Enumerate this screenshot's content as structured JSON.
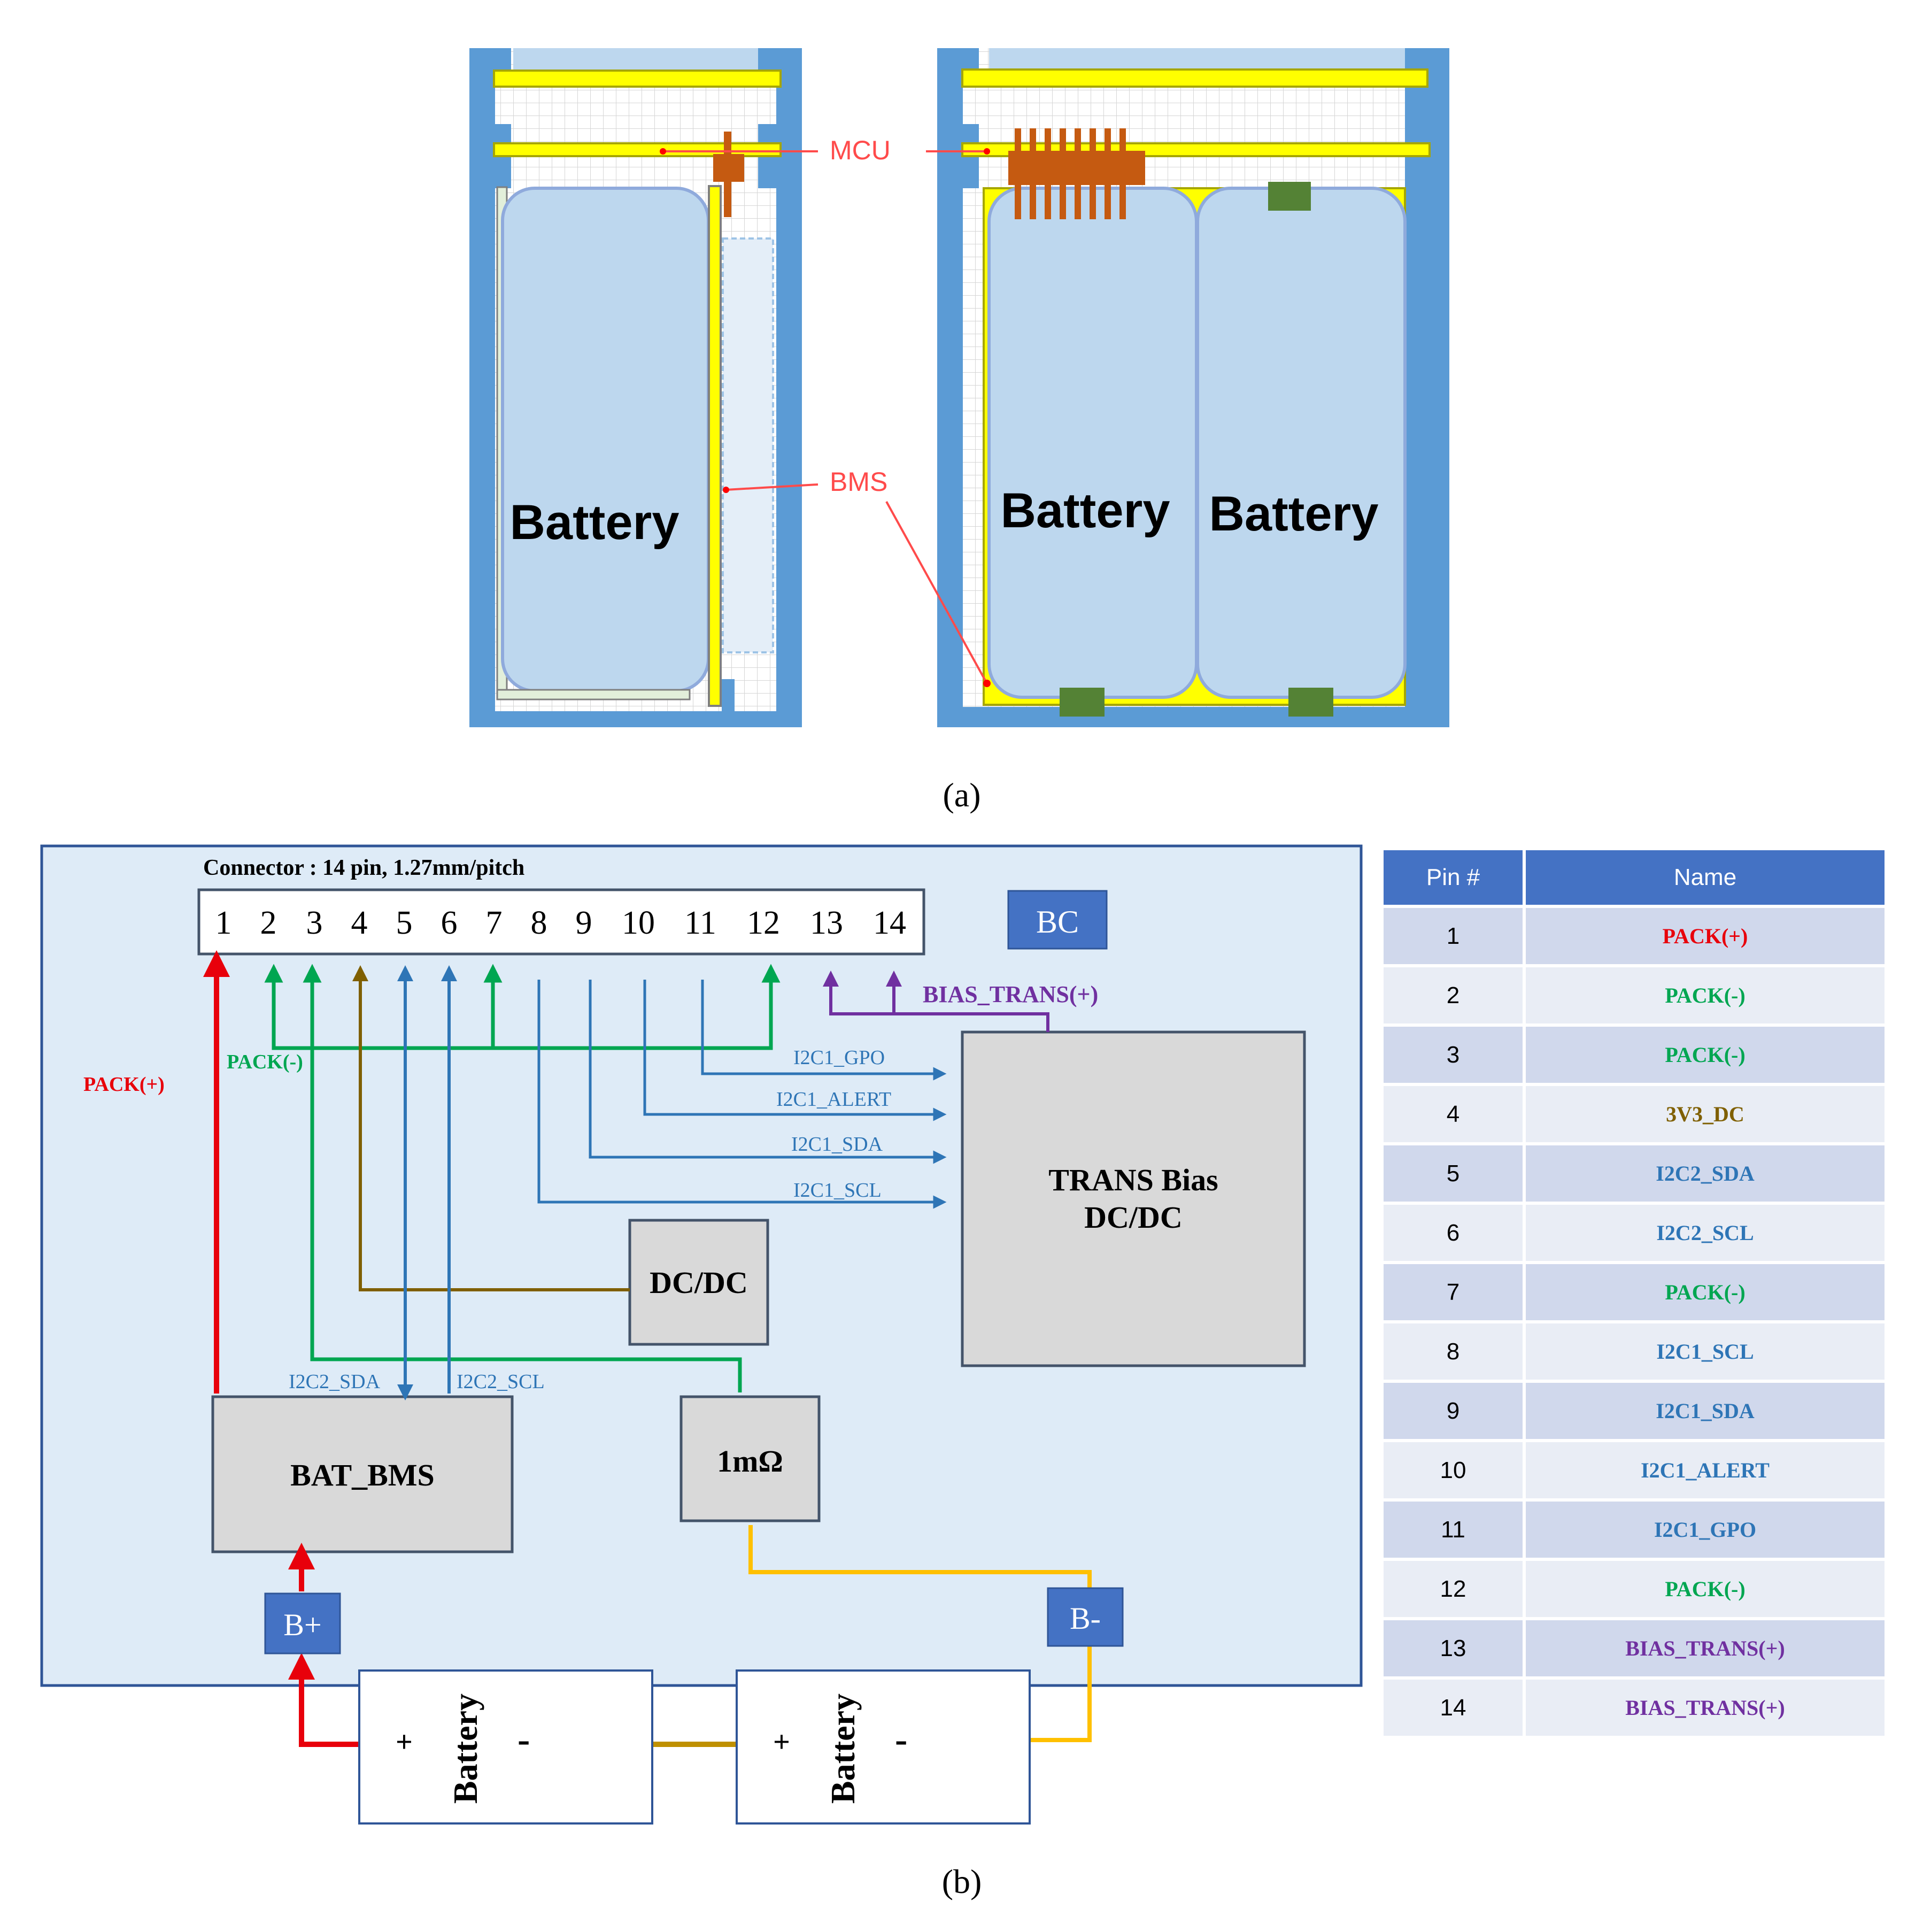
{
  "figure_a": {
    "caption": "(a)",
    "callouts": {
      "mcu": "MCU",
      "bms": "BMS"
    },
    "left_battery_label": "Battery",
    "right_battery_labels": [
      "Battery",
      "Battery"
    ]
  },
  "figure_b": {
    "caption": "(b)",
    "connector_title": "Connector : 14 pin, 1.27mm/pitch",
    "connector_pins": [
      "1",
      "2",
      "3",
      "4",
      "5",
      "6",
      "7",
      "8",
      "9",
      "10",
      "11",
      "12",
      "13",
      "14"
    ],
    "bc_label": "BC",
    "trans_bias_line1": "TRANS Bias",
    "trans_bias_line2": "DC/DC",
    "dcdc_label": "DC/DC",
    "bat_bms_label": "BAT_BMS",
    "shunt_label": "1mΩ",
    "b_plus_label": "B+",
    "b_minus_label": "B-",
    "battery_label": "Battery",
    "plus_sign": "+",
    "minus_sign": "-",
    "signals": {
      "pack_plus": "PACK(+)",
      "pack_minus": "PACK(-)",
      "bias_trans": "BIAS_TRANS(+)",
      "i2c1_gpo": "I2C1_GPO",
      "i2c1_alert": "I2C1_ALERT",
      "i2c1_sda": "I2C1_SDA",
      "i2c1_scl": "I2C1_SCL",
      "i2c2_sda": "I2C2_SDA",
      "i2c2_scl": "I2C2_SCL"
    },
    "colors": {
      "pack_plus": "#e8000b",
      "pack_minus": "#00a651",
      "v3v3": "#7f5f00",
      "i2c": "#2e75b6",
      "bias": "#7030a0",
      "battery_link": "#bf9000",
      "return": "#ffc000"
    }
  },
  "pin_table": {
    "headers": [
      "Pin #",
      "Name"
    ],
    "rows": [
      {
        "pin": "1",
        "name": "PACK(+)",
        "color": "#e8000b"
      },
      {
        "pin": "2",
        "name": "PACK(-)",
        "color": "#00a651"
      },
      {
        "pin": "3",
        "name": "PACK(-)",
        "color": "#00a651"
      },
      {
        "pin": "4",
        "name": "3V3_DC",
        "color": "#7f5f00"
      },
      {
        "pin": "5",
        "name": "I2C2_SDA",
        "color": "#2e75b6"
      },
      {
        "pin": "6",
        "name": "I2C2_SCL",
        "color": "#2e75b6"
      },
      {
        "pin": "7",
        "name": "PACK(-)",
        "color": "#00a651"
      },
      {
        "pin": "8",
        "name": "I2C1_SCL",
        "color": "#2e75b6"
      },
      {
        "pin": "9",
        "name": "I2C1_SDA",
        "color": "#2e75b6"
      },
      {
        "pin": "10",
        "name": "I2C1_ALERT",
        "color": "#2e75b6"
      },
      {
        "pin": "11",
        "name": "I2C1_GPO",
        "color": "#2e75b6"
      },
      {
        "pin": "12",
        "name": "PACK(-)",
        "color": "#00a651"
      },
      {
        "pin": "13",
        "name": "BIAS_TRANS(+)",
        "color": "#7030a0"
      },
      {
        "pin": "14",
        "name": "BIAS_TRANS(+)",
        "color": "#7030a0"
      }
    ]
  }
}
